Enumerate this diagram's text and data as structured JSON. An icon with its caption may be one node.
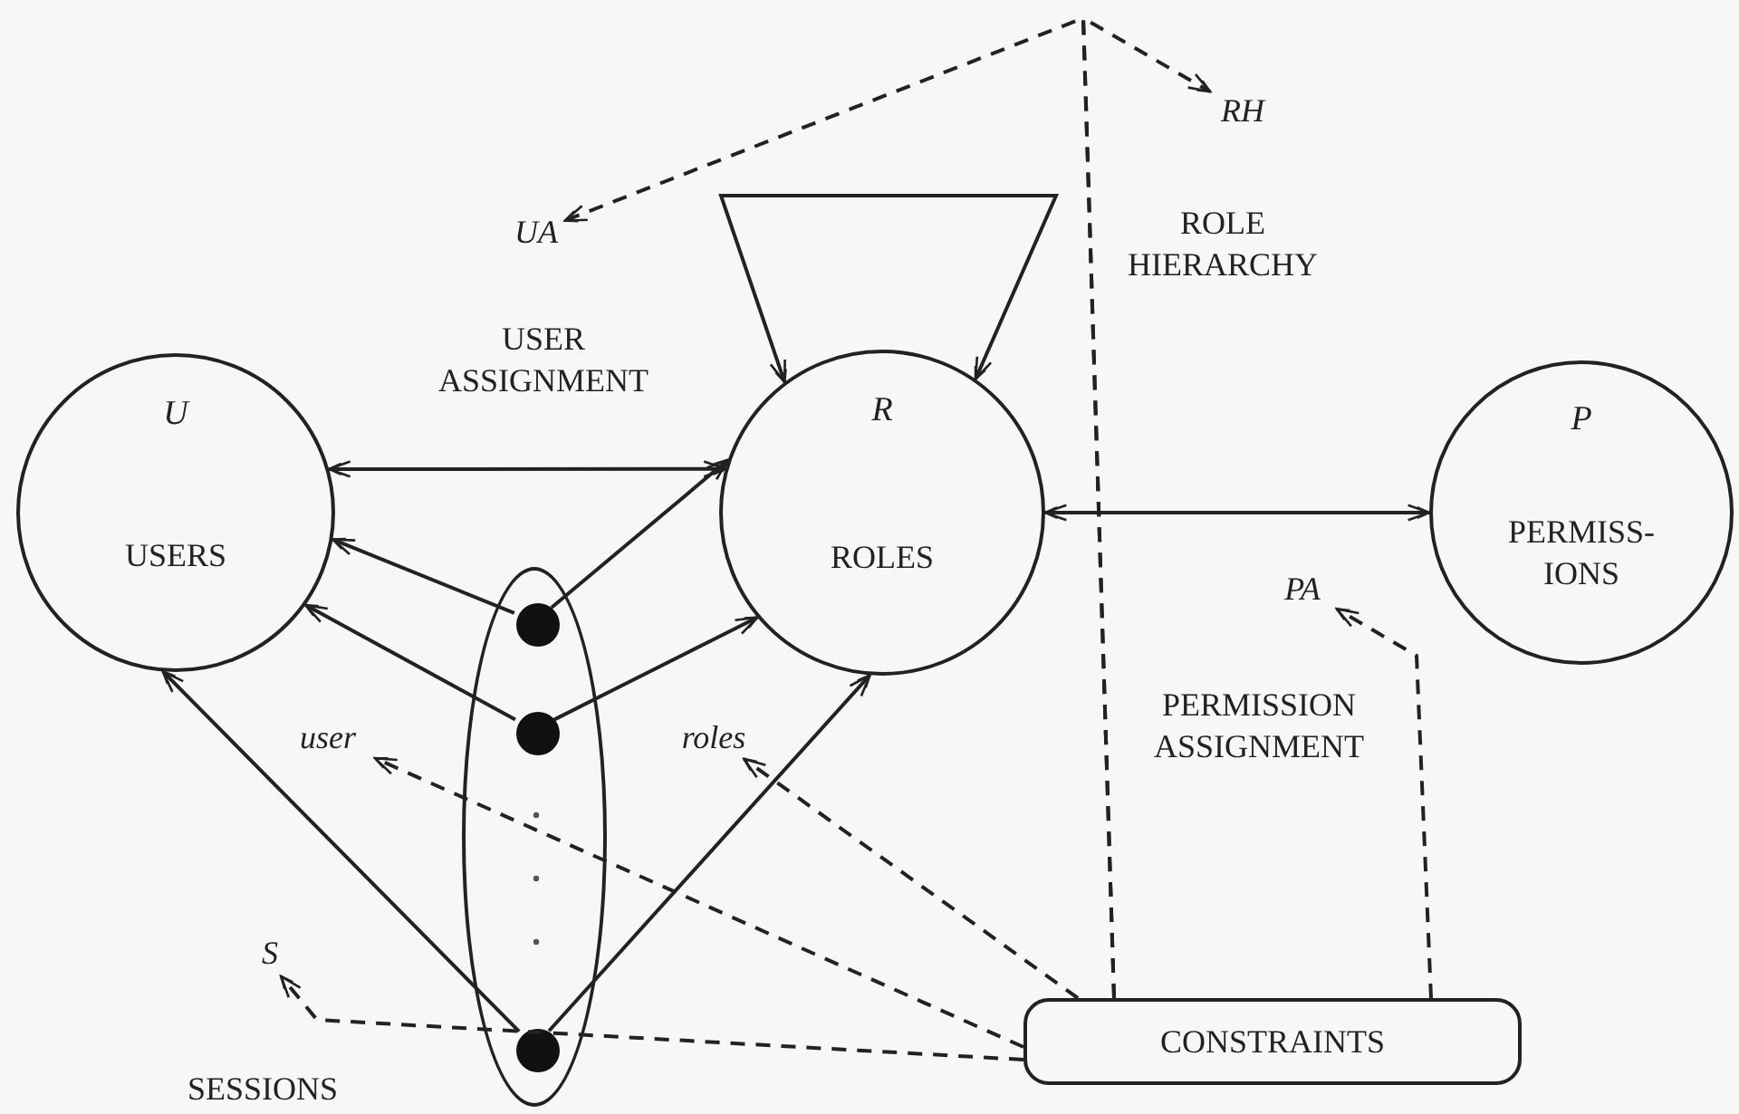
{
  "diagram": {
    "nodes": [
      {
        "text": [
          "U",
          "USERS"
        ]
      },
      {
        "text": [
          "R",
          "ROLES"
        ]
      },
      {
        "text": [
          "P",
          "PERMISS- IONS"
        ]
      },
      {
        "text": [],
        "shape": "ellipse"
      },
      {
        "text": [],
        "shape": "circle",
        "in": 3
      },
      {
        "text": [],
        "shape": "circle",
        "in": 3
      },
      {
        "text": [],
        "shape": "circle",
        "in": 3
      },
      {
        "text": [
          "CONSTRAINTS"
        ]
      },
      {
        "text": [
          "UA"
        ]
      },
      {
        "text": [
          "RH"
        ]
      },
      {
        "text": [
          "PA"
        ]
      },
      {
        "text": [
          "user"
        ]
      },
      {
        "text": [
          "roles"
        ]
      },
      {
        "text": [
          "S"
        ]
      }
    ],
    "edges": [
      {
        "from": 0,
        "to": 1,
        "arrow": "both"
      },
      {
        "from": 1,
        "to": 2,
        "arrow": "both"
      },
      {
        "from": 1,
        "to": 1,
        "arrow": "both"
      },
      {
        "from": 4,
        "to": 0,
        "arrow": "to"
      },
      {
        "from": 4,
        "to": 1,
        "arrow": "to"
      },
      {
        "from": 5,
        "to": 0,
        "arrow": "to"
      },
      {
        "from": 5,
        "to": 1,
        "arrow": "to"
      },
      {
        "from": 6,
        "to": 0,
        "arrow": "to"
      },
      {
        "from": 6,
        "to": 1,
        "arrow": "to"
      },
      {
        "from": 7,
        "to": 11,
        "arrow": "to",
        "style": "dashed"
      },
      {
        "from": 7,
        "to": 12,
        "arrow": "to",
        "style": "dashed"
      },
      {
        "from": 7,
        "to": 13,
        "arrow": "to",
        "style": "dashed"
      },
      {
        "from": 7,
        "to": 10,
        "arrow": "to",
        "style": "dashed"
      },
      {
        "from": 7,
        "to": 8,
        "arrow": "to",
        "style": "dashed"
      },
      {
        "from": 7,
        "to": 9,
        "arrow": "to",
        "style": "dashed"
      }
    ],
    "labels": [
      "USER ASSIGNMENT",
      "ROLE HIERARCHY",
      "PERMISSION ASSIGNMENT",
      "SESSIONS"
    ]
  }
}
